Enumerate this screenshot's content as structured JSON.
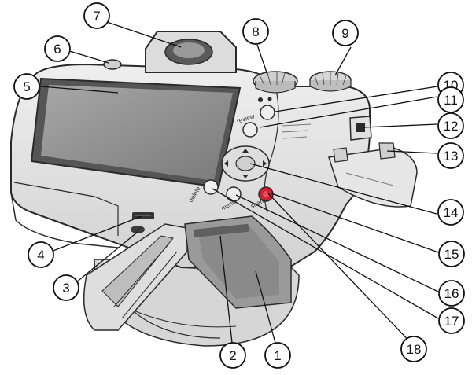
{
  "diagram": {
    "callouts": [
      {
        "number": "1"
      },
      {
        "number": "2"
      },
      {
        "number": "3"
      },
      {
        "number": "4"
      },
      {
        "number": "5"
      },
      {
        "number": "6"
      },
      {
        "number": "7"
      },
      {
        "number": "8"
      },
      {
        "number": "9"
      },
      {
        "number": "10"
      },
      {
        "number": "11"
      },
      {
        "number": "12"
      },
      {
        "number": "13"
      },
      {
        "number": "14"
      },
      {
        "number": "15"
      },
      {
        "number": "16"
      },
      {
        "number": "17"
      },
      {
        "number": "18"
      }
    ],
    "body_labels": {
      "delete": "delete",
      "menu": "menu",
      "share": "share",
      "review": "review"
    },
    "colors": {
      "body": "#e4e4e4",
      "body_shade": "#c8c8c8",
      "outline": "#2a2a2a",
      "lcd": "#8e8e8e",
      "share_button": "#cc2233"
    }
  }
}
